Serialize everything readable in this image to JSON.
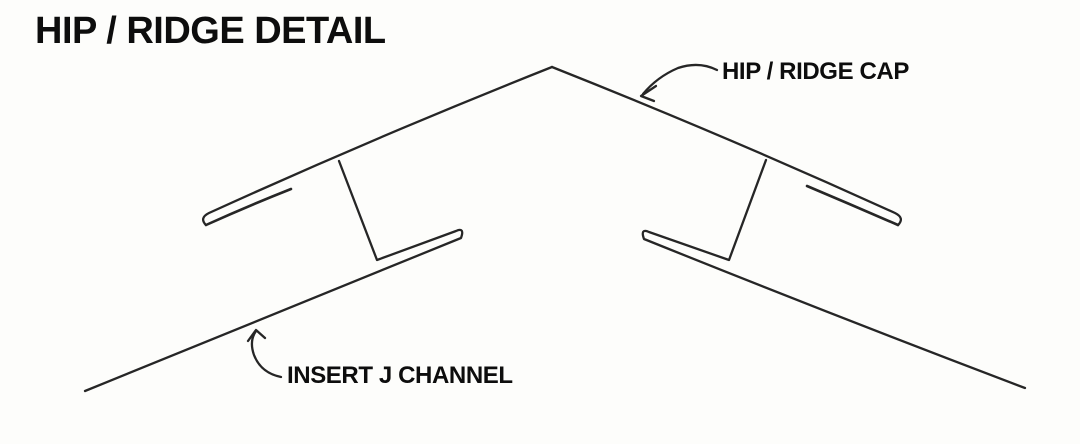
{
  "title": "HIP / RIDGE DETAIL",
  "labels": {
    "cap": "HIP / RIDGE CAP",
    "j_channel": "INSERT J CHANNEL"
  },
  "colors": {
    "background": "#fdfdfb",
    "line": "#262626",
    "text": "#0d0d0d"
  }
}
